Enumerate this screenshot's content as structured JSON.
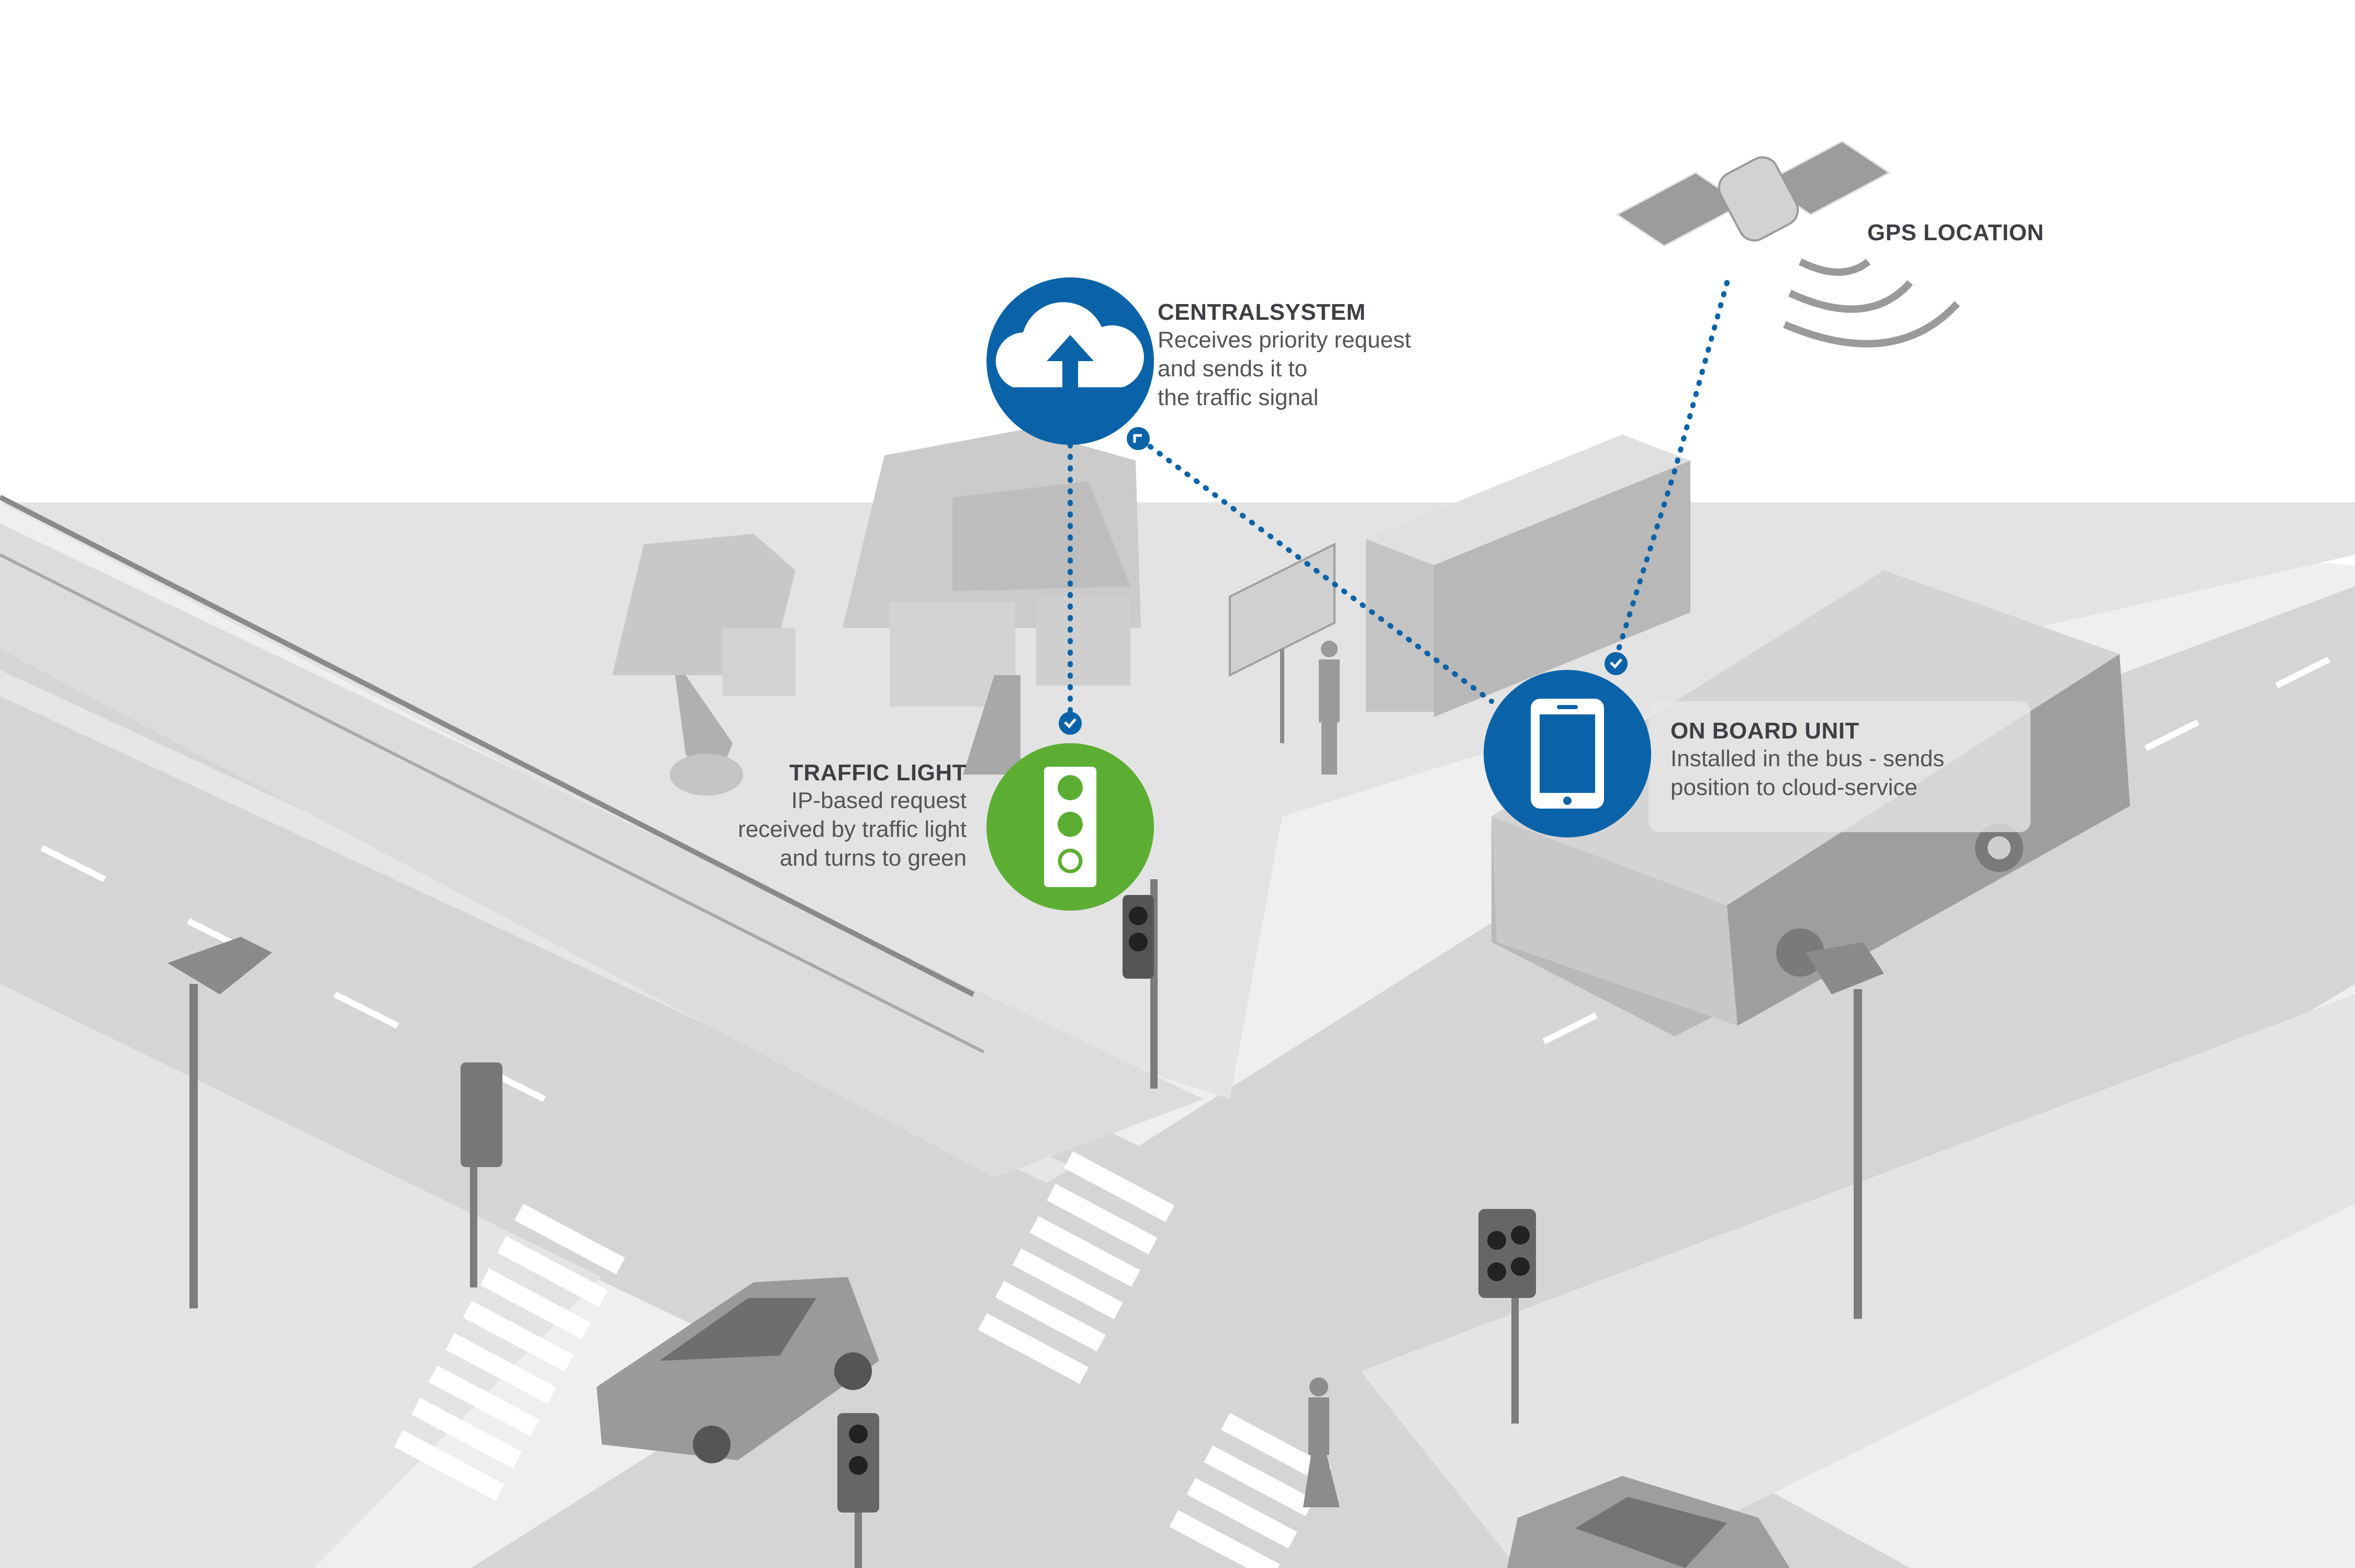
{
  "colors": {
    "blue": "#0a63a8",
    "green": "#5cae33",
    "road": "#d5d5d5",
    "sidewalk": "#ececec",
    "background": "#ffffff"
  },
  "labels": {
    "central": {
      "title": "CENTRALSYSTEM",
      "lines": [
        "Receives priority request",
        "and sends it to",
        "the traffic signal"
      ]
    },
    "gps": {
      "title": "GPS LOCATION"
    },
    "traffic": {
      "title": "TRAFFIC LIGHT",
      "lines": [
        "IP-based request",
        "received by traffic light",
        "and turns to green"
      ]
    },
    "obu": {
      "title": "ON BOARD UNIT",
      "lines": [
        "Installed in the bus - sends",
        "position to cloud-service"
      ]
    }
  },
  "icons": {
    "central": "cloud-upload-icon",
    "traffic": "traffic-light-icon",
    "obu": "tablet-icon",
    "gps": "satellite-icon"
  }
}
